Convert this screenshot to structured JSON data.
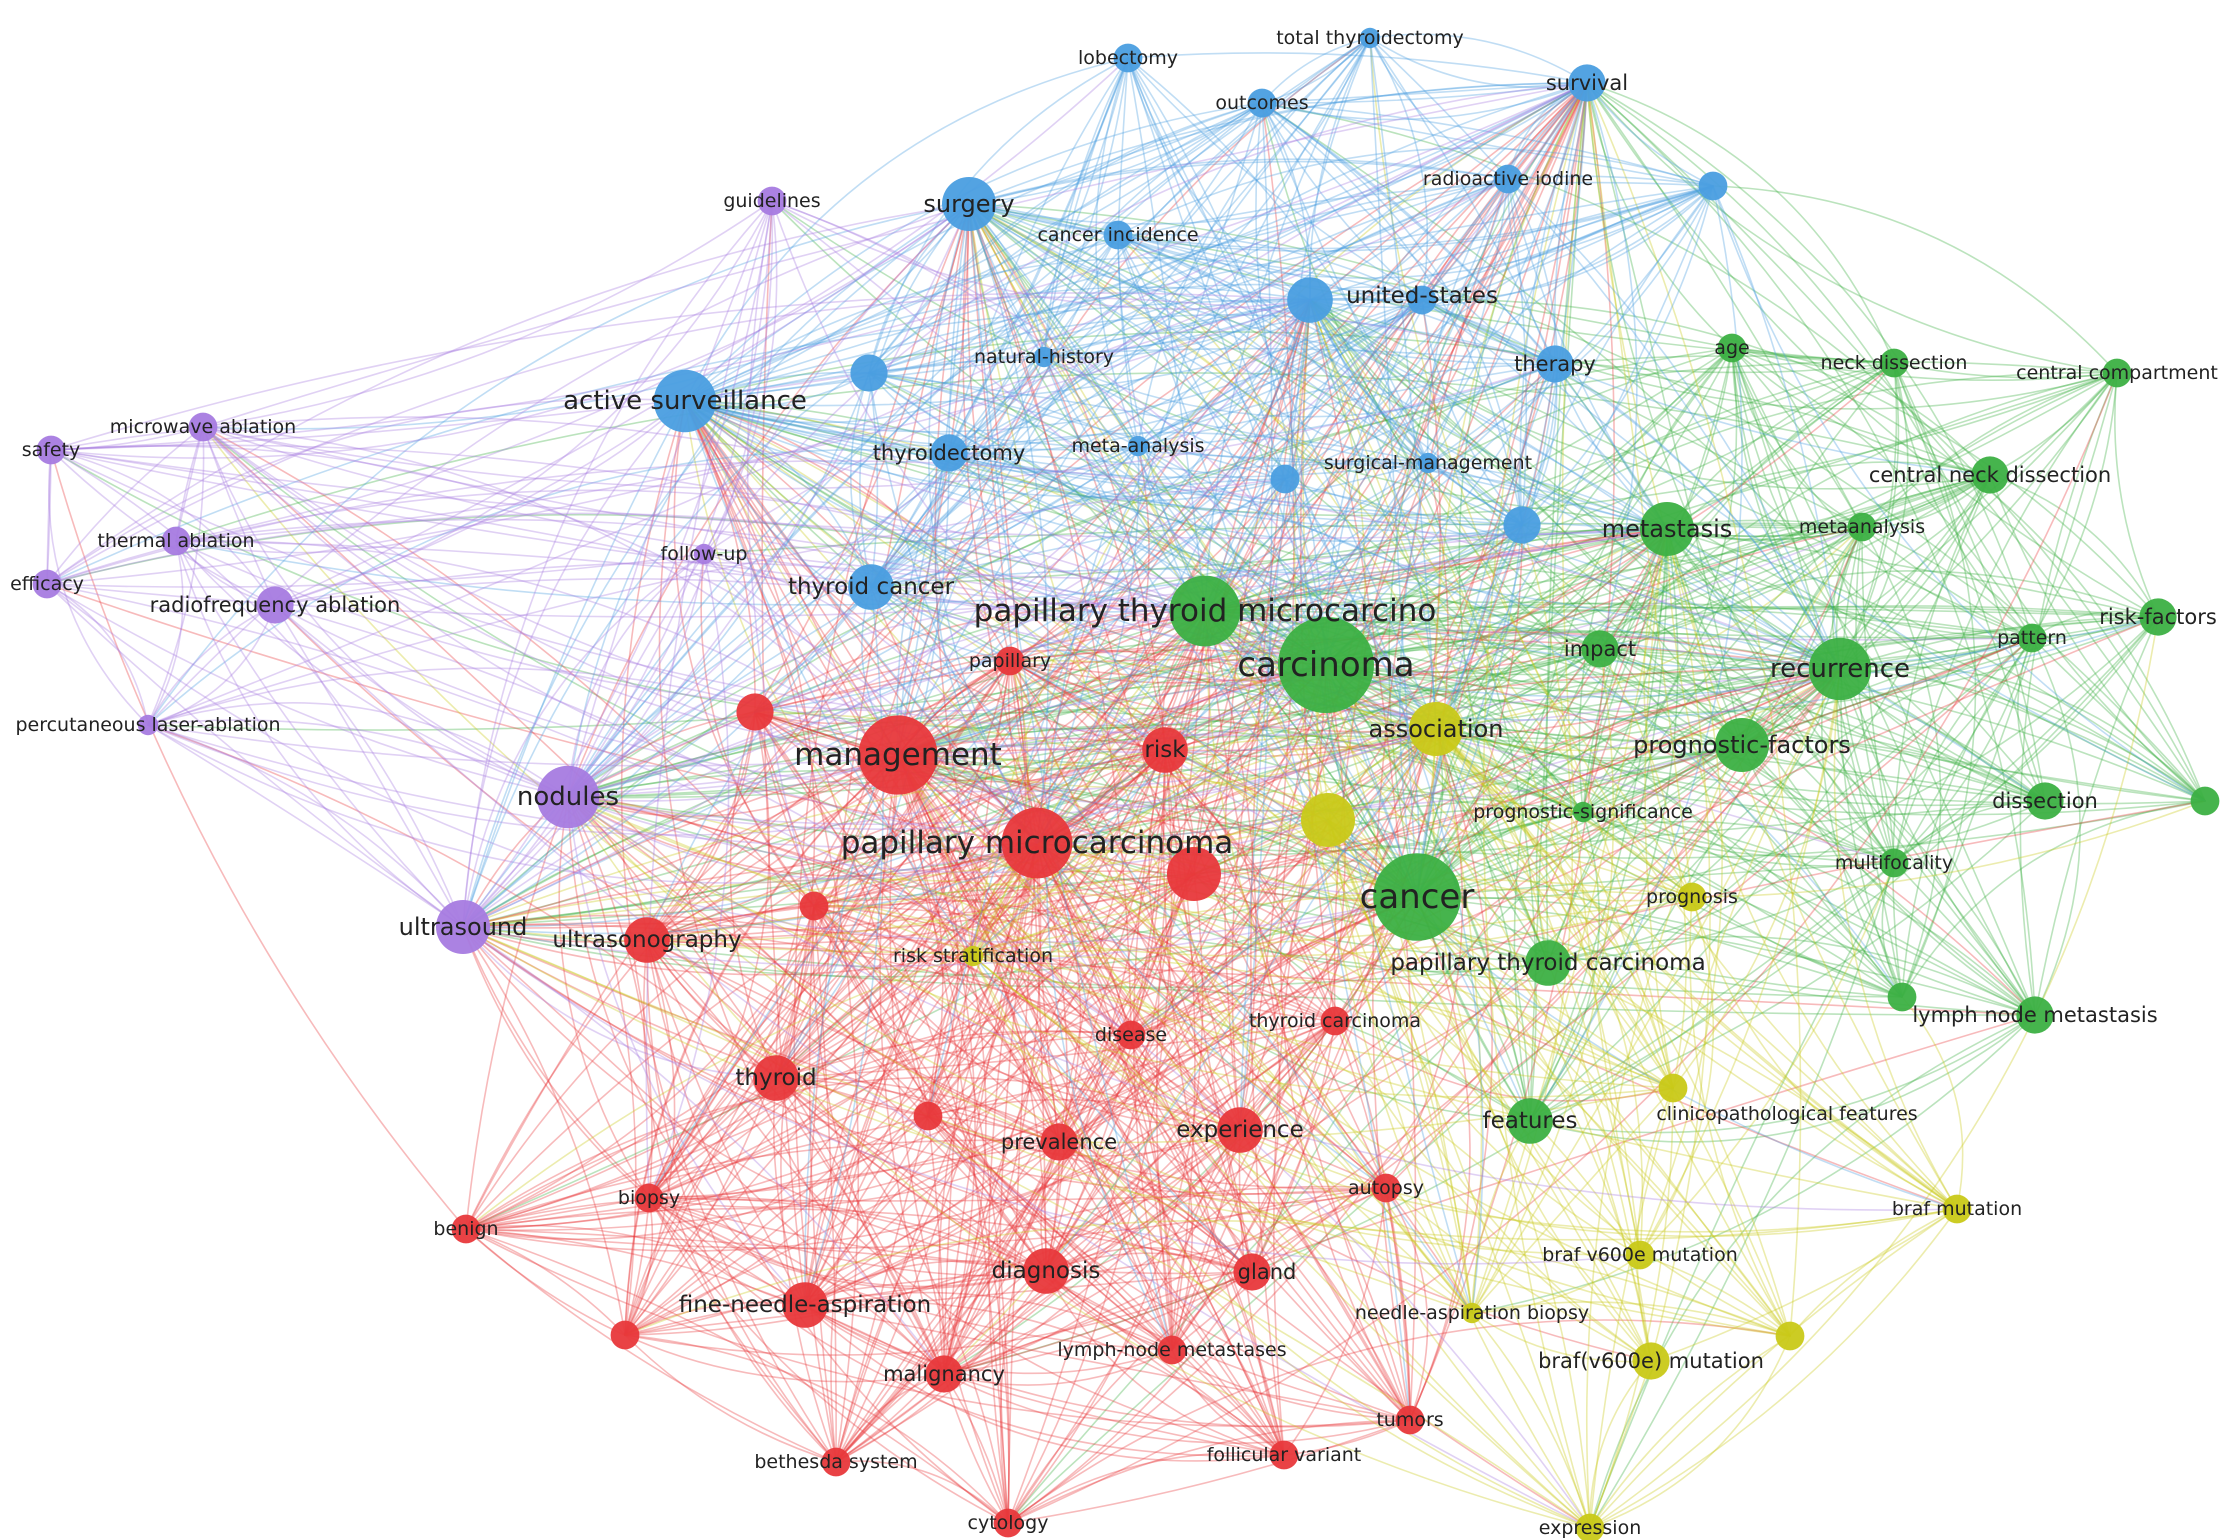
{
  "clusters": {
    "red": {
      "color": "#e8383b"
    },
    "green": {
      "color": "#3cb043"
    },
    "blue": {
      "color": "#4a9ee0"
    },
    "yellow": {
      "color": "#c9c918"
    },
    "purple": {
      "color": "#a77be0"
    }
  },
  "nodes": [
    {
      "id": "carcinoma",
      "label": "carcinoma",
      "cluster": "green",
      "weight": 10
    },
    {
      "id": "cancer",
      "label": "cancer",
      "cluster": "green",
      "weight": 9
    },
    {
      "id": "ptmc",
      "label": "papillary thyroid microcarcino",
      "cluster": "green",
      "weight": 7
    },
    {
      "id": "recurrence",
      "label": "recurrence",
      "cluster": "green",
      "weight": 6
    },
    {
      "id": "prognostic-factors",
      "label": "prognostic-factors",
      "cluster": "green",
      "weight": 5
    },
    {
      "id": "metastasis",
      "label": "metastasis",
      "cluster": "green",
      "weight": 5
    },
    {
      "id": "impact",
      "label": "impact",
      "cluster": "green",
      "weight": 3
    },
    {
      "id": "ptc",
      "label": "papillary thyroid carcinoma",
      "cluster": "green",
      "weight": 4
    },
    {
      "id": "features",
      "label": "features",
      "cluster": "green",
      "weight": 4
    },
    {
      "id": "lnm",
      "label": "lymph node metastasis",
      "cluster": "green",
      "weight": 3
    },
    {
      "id": "dissection",
      "label": "dissection",
      "cluster": "green",
      "weight": 3
    },
    {
      "id": "multifocality",
      "label": "multifocality",
      "cluster": "green",
      "weight": 2
    },
    {
      "id": "pattern",
      "label": "pattern",
      "cluster": "green",
      "weight": 2
    },
    {
      "id": "risk-factors",
      "label": "risk-factors",
      "cluster": "green",
      "weight": 3
    },
    {
      "id": "metaanalysis",
      "label": "metaanalysis",
      "cluster": "green",
      "weight": 2
    },
    {
      "id": "cnd",
      "label": "central neck dissection",
      "cluster": "green",
      "weight": 3
    },
    {
      "id": "central-compartment",
      "label": "central compartment",
      "cluster": "green",
      "weight": 2
    },
    {
      "id": "neck-dissection",
      "label": "neck dissection",
      "cluster": "green",
      "weight": 2
    },
    {
      "id": "age",
      "label": "age",
      "cluster": "green",
      "weight": 2
    },
    {
      "id": "green-unl-1",
      "label": "",
      "cluster": "green",
      "weight": 2
    },
    {
      "id": "green-unl-2",
      "label": "",
      "cluster": "green",
      "weight": 2
    },
    {
      "id": "prognostic-significance",
      "label": "prognostic-significance",
      "cluster": "green",
      "weight": 1
    },
    {
      "id": "management",
      "label": "management",
      "cluster": "red",
      "weight": 8
    },
    {
      "id": "pmc",
      "label": "papillary microcarcinoma",
      "cluster": "red",
      "weight": 7
    },
    {
      "id": "risk",
      "label": "risk",
      "cluster": "red",
      "weight": 4
    },
    {
      "id": "papillary",
      "label": "papillary",
      "cluster": "red",
      "weight": 2
    },
    {
      "id": "red-unl-1",
      "label": "",
      "cluster": "red",
      "weight": 5
    },
    {
      "id": "red-unl-2",
      "label": "",
      "cluster": "red",
      "weight": 3
    },
    {
      "id": "red-unl-3",
      "label": "",
      "cluster": "red",
      "weight": 2
    },
    {
      "id": "red-unl-4",
      "label": "",
      "cluster": "red",
      "weight": 2
    },
    {
      "id": "ultrasonography",
      "label": "ultrasonography",
      "cluster": "red",
      "weight": 4
    },
    {
      "id": "thyroid",
      "label": "thyroid",
      "cluster": "red",
      "weight": 4
    },
    {
      "id": "disease",
      "label": "disease",
      "cluster": "red",
      "weight": 2
    },
    {
      "id": "thyroid-carcinoma",
      "label": "thyroid carcinoma",
      "cluster": "red",
      "weight": 2
    },
    {
      "id": "experience",
      "label": "experience",
      "cluster": "red",
      "weight": 4
    },
    {
      "id": "prevalence",
      "label": "prevalence",
      "cluster": "red",
      "weight": 3
    },
    {
      "id": "autopsy",
      "label": "autopsy",
      "cluster": "red",
      "weight": 2
    },
    {
      "id": "diagnosis",
      "label": "diagnosis",
      "cluster": "red",
      "weight": 4
    },
    {
      "id": "gland",
      "label": "gland",
      "cluster": "red",
      "weight": 3
    },
    {
      "id": "fna",
      "label": "fine-needle-aspiration",
      "cluster": "red",
      "weight": 4
    },
    {
      "id": "biopsy",
      "label": "biopsy",
      "cluster": "red",
      "weight": 2
    },
    {
      "id": "benign",
      "label": "benign",
      "cluster": "red",
      "weight": 2
    },
    {
      "id": "malignancy",
      "label": "malignancy",
      "cluster": "red",
      "weight": 3
    },
    {
      "id": "lymph-node-metastases",
      "label": "lymph-node metastases",
      "cluster": "red",
      "weight": 2
    },
    {
      "id": "bethesda",
      "label": "bethesda system",
      "cluster": "red",
      "weight": 2
    },
    {
      "id": "cytology",
      "label": "cytology",
      "cluster": "red",
      "weight": 2
    },
    {
      "id": "follicular-variant",
      "label": "follicular variant",
      "cluster": "red",
      "weight": 2
    },
    {
      "id": "tumors",
      "label": "tumors",
      "cluster": "red",
      "weight": 2
    },
    {
      "id": "red-unl-5",
      "label": "",
      "cluster": "red",
      "weight": 2
    },
    {
      "id": "association",
      "label": "association",
      "cluster": "yellow",
      "weight": 5
    },
    {
      "id": "yellow-unl-1",
      "label": "",
      "cluster": "yellow",
      "weight": 5
    },
    {
      "id": "prognosis",
      "label": "prognosis",
      "cluster": "yellow",
      "weight": 2
    },
    {
      "id": "risk-stratification",
      "label": "risk stratification",
      "cluster": "yellow",
      "weight": 1
    },
    {
      "id": "clinicopathological",
      "label": "clinicopathological features",
      "cluster": "yellow",
      "weight": 2
    },
    {
      "id": "braf-mutation",
      "label": "braf mutation",
      "cluster": "yellow",
      "weight": 2
    },
    {
      "id": "braf-v600e-mutation",
      "label": "braf v600e mutation",
      "cluster": "yellow",
      "weight": 2
    },
    {
      "id": "needle-aspiration-biopsy",
      "label": "needle-aspiration biopsy",
      "cluster": "yellow",
      "weight": 1
    },
    {
      "id": "braf-v600e-paren",
      "label": "braf(v600e) mutation",
      "cluster": "yellow",
      "weight": 3
    },
    {
      "id": "yellow-unl-2",
      "label": "",
      "cluster": "yellow",
      "weight": 2
    },
    {
      "id": "expression",
      "label": "expression",
      "cluster": "yellow",
      "weight": 2
    },
    {
      "id": "surgery",
      "label": "surgery",
      "cluster": "blue",
      "weight": 5
    },
    {
      "id": "active-surveillance",
      "label": "active surveillance",
      "cluster": "blue",
      "weight": 6
    },
    {
      "id": "thyroid-cancer",
      "label": "thyroid cancer",
      "cluster": "blue",
      "weight": 4
    },
    {
      "id": "united-states",
      "label": "united-states",
      "cluster": "blue",
      "weight": 4
    },
    {
      "id": "survival",
      "label": "survival",
      "cluster": "blue",
      "weight": 3
    },
    {
      "id": "lobectomy",
      "label": "lobectomy",
      "cluster": "blue",
      "weight": 2
    },
    {
      "id": "total-thyroidectomy",
      "label": "total thyroidectomy",
      "cluster": "blue",
      "weight": 1
    },
    {
      "id": "outcomes",
      "label": "outcomes",
      "cluster": "blue",
      "weight": 2
    },
    {
      "id": "radioactive-iodine",
      "label": "radioactive iodine",
      "cluster": "blue",
      "weight": 2
    },
    {
      "id": "cancer-incidence",
      "label": "cancer incidence",
      "cluster": "blue",
      "weight": 2
    },
    {
      "id": "natural-history",
      "label": "natural-history",
      "cluster": "blue",
      "weight": 1
    },
    {
      "id": "therapy",
      "label": "therapy",
      "cluster": "blue",
      "weight": 3
    },
    {
      "id": "thyroidectomy",
      "label": "thyroidectomy",
      "cluster": "blue",
      "weight": 3
    },
    {
      "id": "meta-analysis",
      "label": "meta-analysis",
      "cluster": "blue",
      "weight": 1
    },
    {
      "id": "surgical-management",
      "label": "surgical-management",
      "cluster": "blue",
      "weight": 1
    },
    {
      "id": "blue-unl-1",
      "label": "",
      "cluster": "blue",
      "weight": 3
    },
    {
      "id": "blue-unl-2",
      "label": "",
      "cluster": "blue",
      "weight": 2
    },
    {
      "id": "blue-unl-3",
      "label": "",
      "cluster": "blue",
      "weight": 2
    },
    {
      "id": "blue-unl-4",
      "label": "",
      "cluster": "blue",
      "weight": 2
    },
    {
      "id": "blue-unl-5",
      "label": "",
      "cluster": "blue",
      "weight": 3
    },
    {
      "id": "nodules",
      "label": "nodules",
      "cluster": "purple",
      "weight": 6
    },
    {
      "id": "ultrasound",
      "label": "ultrasound",
      "cluster": "purple",
      "weight": 5
    },
    {
      "id": "rfa",
      "label": "radiofrequency ablation",
      "cluster": "purple",
      "weight": 3
    },
    {
      "id": "guidelines",
      "label": "guidelines",
      "cluster": "purple",
      "weight": 2
    },
    {
      "id": "microwave-ablation",
      "label": "microwave ablation",
      "cluster": "purple",
      "weight": 2
    },
    {
      "id": "safety",
      "label": "safety",
      "cluster": "purple",
      "weight": 2
    },
    {
      "id": "thermal-ablation",
      "label": "thermal ablation",
      "cluster": "purple",
      "weight": 2
    },
    {
      "id": "efficacy",
      "label": "efficacy",
      "cluster": "purple",
      "weight": 2
    },
    {
      "id": "pla",
      "label": "percutaneous laser-ablation",
      "cluster": "purple",
      "weight": 1
    },
    {
      "id": "follow-up",
      "label": "follow-up",
      "cluster": "purple",
      "weight": 1
    }
  ]
}
